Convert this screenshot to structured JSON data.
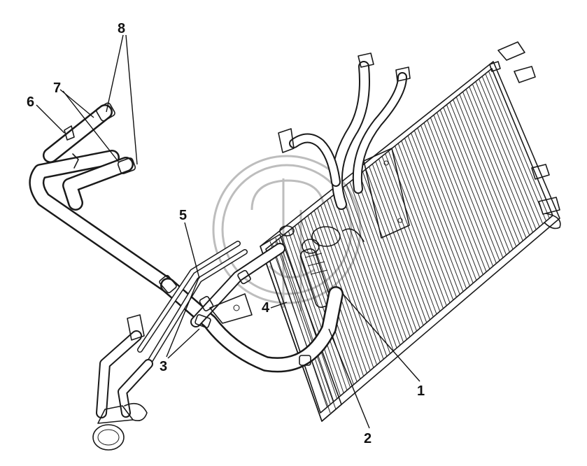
{
  "diagram": {
    "callouts": [
      {
        "id": "1",
        "label": "1"
      },
      {
        "id": "2",
        "label": "2"
      },
      {
        "id": "3",
        "label": "3"
      },
      {
        "id": "4",
        "label": "4"
      },
      {
        "id": "5",
        "label": "5"
      },
      {
        "id": "6",
        "label": "6"
      },
      {
        "id": "7",
        "label": "7"
      },
      {
        "id": "8",
        "label": "8"
      }
    ],
    "colors": {
      "line": "#1a1a1a",
      "background": "#ffffff",
      "watermark": "#bdbdbd"
    }
  }
}
